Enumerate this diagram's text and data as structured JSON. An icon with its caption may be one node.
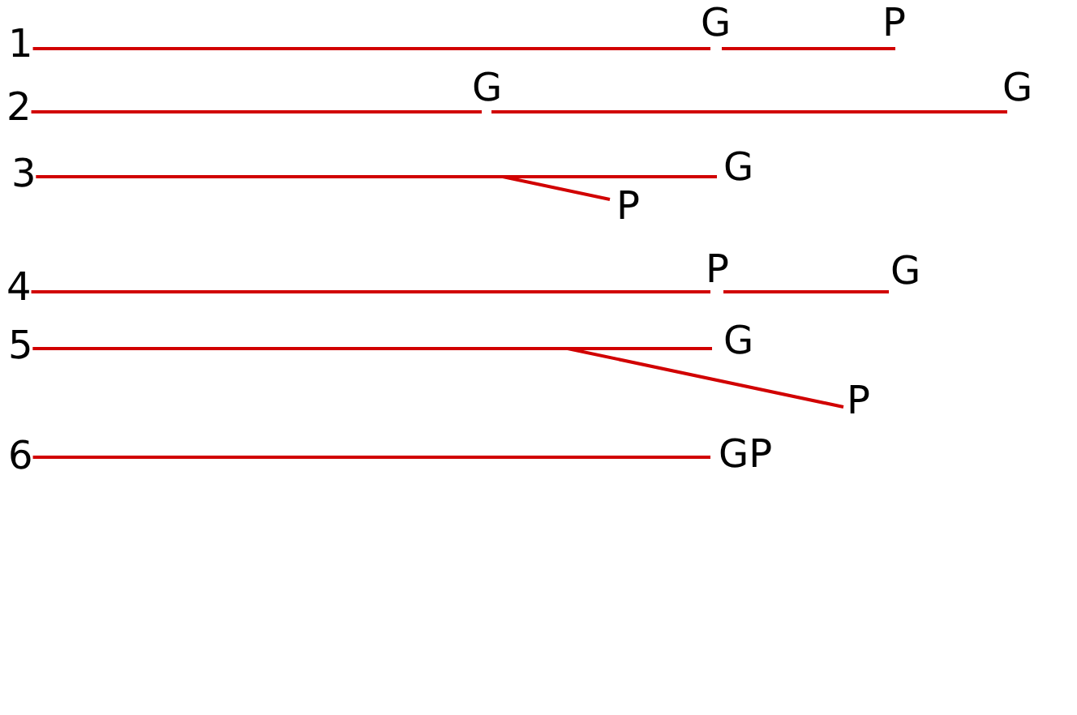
{
  "diagram": {
    "nodes": [
      {
        "text": [
          "1"
        ]
      },
      {
        "text": [
          "G"
        ]
      },
      {
        "text": [
          "P"
        ]
      },
      {
        "text": [
          "2"
        ]
      },
      {
        "text": [
          "G"
        ]
      },
      {
        "text": [
          "G"
        ]
      },
      {
        "text": [
          "3"
        ]
      },
      {
        "text": [
          "G"
        ]
      },
      {
        "text": [
          "P"
        ]
      },
      {
        "text": [
          "4"
        ]
      },
      {
        "text": [
          "P"
        ]
      },
      {
        "text": [
          "G"
        ]
      },
      {
        "text": [
          "5"
        ]
      },
      {
        "text": [
          "G"
        ]
      },
      {
        "text": [
          "P"
        ]
      },
      {
        "text": [
          "6"
        ]
      },
      {
        "text": [
          "GP"
        ]
      }
    ],
    "edges": [
      {
        "from": 0,
        "to": 1,
        "arrow": "none"
      },
      {
        "from": 1,
        "to": 2,
        "arrow": "none"
      },
      {
        "from": 3,
        "to": 4,
        "arrow": "none"
      },
      {
        "from": 4,
        "to": 5,
        "arrow": "none"
      },
      {
        "from": 6,
        "to": 7,
        "arrow": "none"
      },
      {
        "from": 6,
        "to": 8,
        "arrow": "none"
      },
      {
        "from": 9,
        "to": 10,
        "arrow": "none"
      },
      {
        "from": 10,
        "to": 11,
        "arrow": "none"
      },
      {
        "from": 12,
        "to": 13,
        "arrow": "none"
      },
      {
        "from": 12,
        "to": 14,
        "arrow": "none"
      },
      {
        "from": 15,
        "to": 16,
        "arrow": "none"
      }
    ]
  }
}
